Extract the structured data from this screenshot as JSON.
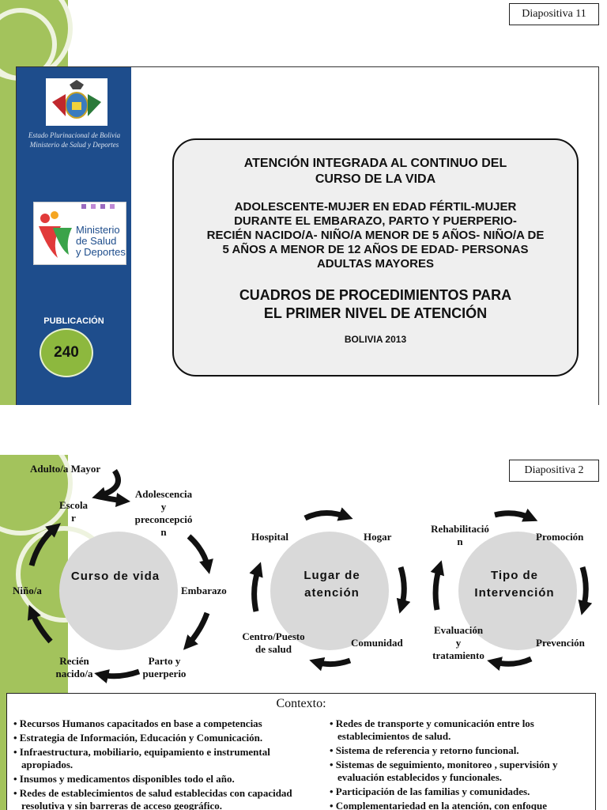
{
  "slide1": {
    "label": "Diapositiva 11",
    "estado": [
      "Estado Plurinacional de Bolivia",
      "Ministerio de Salud y Deportes"
    ],
    "ministerio_logo": [
      "Ministerio",
      "de Salud",
      "y Deportes"
    ],
    "publicacion_label": "PUBLICACIÓN",
    "publicacion_num": "240",
    "title_lines_1": [
      "ATENCIÓN INTEGRADA AL CONTINUO DEL",
      "CURSO DE LA VIDA"
    ],
    "title_lines_2": [
      "ADOLESCENTE-MUJER EN EDAD FÉRTIL-MUJER",
      "DURANTE EL EMBARAZO, PARTO Y PUERPERIO-",
      "RECIÉN NACIDO/A- NIÑO/A MENOR DE 5 AÑOS- NIÑO/A DE",
      "5 AÑOS A MENOR DE 12 AÑOS DE EDAD- PERSONAS",
      "ADULTAS MAYORES"
    ],
    "title_lines_3": [
      "CUADROS DE PROCEDIMIENTOS PARA",
      "EL PRIMER NIVEL DE ATENCIÓN"
    ],
    "year": "BOLIVIA 2013",
    "colors": {
      "blue": "#1e4d8c",
      "green": "#8db83e",
      "strip": "#a3c35c"
    }
  },
  "slide2": {
    "label": "Diapositiva 2",
    "circle1": {
      "title": "Curso de vida",
      "labels": {
        "adulto": "Adulto/a Mayor",
        "adolescencia": [
          "Adolescencia",
          "y",
          "preconcepció",
          "n"
        ],
        "escolar": [
          "Escola",
          "r"
        ],
        "nino": "Niño/a",
        "embarazo": "Embarazo",
        "recien": [
          "Recién",
          "nacido/a"
        ],
        "parto": [
          "Parto y",
          "puerperio"
        ]
      }
    },
    "circle2": {
      "title": [
        "Lugar de",
        "atención"
      ],
      "labels": {
        "hospital": "Hospital",
        "hogar": "Hogar",
        "centro": [
          "Centro/Puesto",
          "de salud"
        ],
        "comunidad": "Comunidad"
      }
    },
    "circle3": {
      "title": [
        "Tipo de",
        "Intervención"
      ],
      "labels": {
        "rehab": [
          "Rehabilitació",
          "n"
        ],
        "promocion": "Promoción",
        "evaluacion": [
          "Evaluación",
          "y",
          "tratamiento"
        ],
        "prevencion": "Prevención"
      }
    },
    "context": {
      "title": "Contexto:",
      "left": [
        "• Recursos Humanos capacitados en base a competencias",
        "• Estrategia de Información, Educación y Comunicación.",
        "• Infraestructura, mobiliario, equipamiento e instrumental apropiados.",
        "• Insumos y medicamentos disponibles todo el año.",
        "• Redes de establecimientos de salud establecidas con capacidad resolutiva y sin barreras de acceso geográfico."
      ],
      "right": [
        "• Redes de transporte y comunicación entre los establecimientos de salud.",
        "• Sistema de referencia y retorno funcional.",
        "• Sistemas de seguimiento, monitoreo , supervisión y evaluación establecidos y funcionales.",
        "• Participación de las familias y comunidades.",
        "• Complementariedad en la atención, con enfoque intercultural."
      ]
    }
  }
}
